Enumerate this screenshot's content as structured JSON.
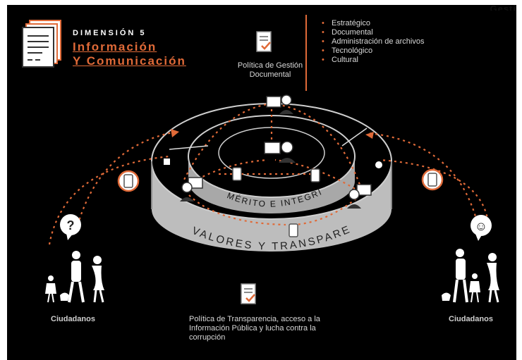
{
  "corner_text": "Gesti",
  "dimension": {
    "label": "DIMENSIÓN 5",
    "title_line1": "Información",
    "title_line2": "Y Comunicación"
  },
  "policy_top": "Política de Gestión Documental",
  "bullets": [
    "Estratégico",
    "Documental",
    "Administración de archivos",
    "Tecnológico",
    "Cultural"
  ],
  "ring_inner_label": "MÉRITO   E   INTEGRIDAD",
  "ring_outer_label": "VALORES    Y    TRANSPARENCIA",
  "policy_bottom": "Política de Transparencia, acceso a la Información Pública y lucha contra la corrupción",
  "citizens_left": "Ciudadanos",
  "citizens_right": "Ciudadanos",
  "bubble_left": "?",
  "bubble_right": "☺",
  "colors": {
    "accent": "#e06a38",
    "background": "#000000",
    "ring": "#c9c9c9"
  }
}
